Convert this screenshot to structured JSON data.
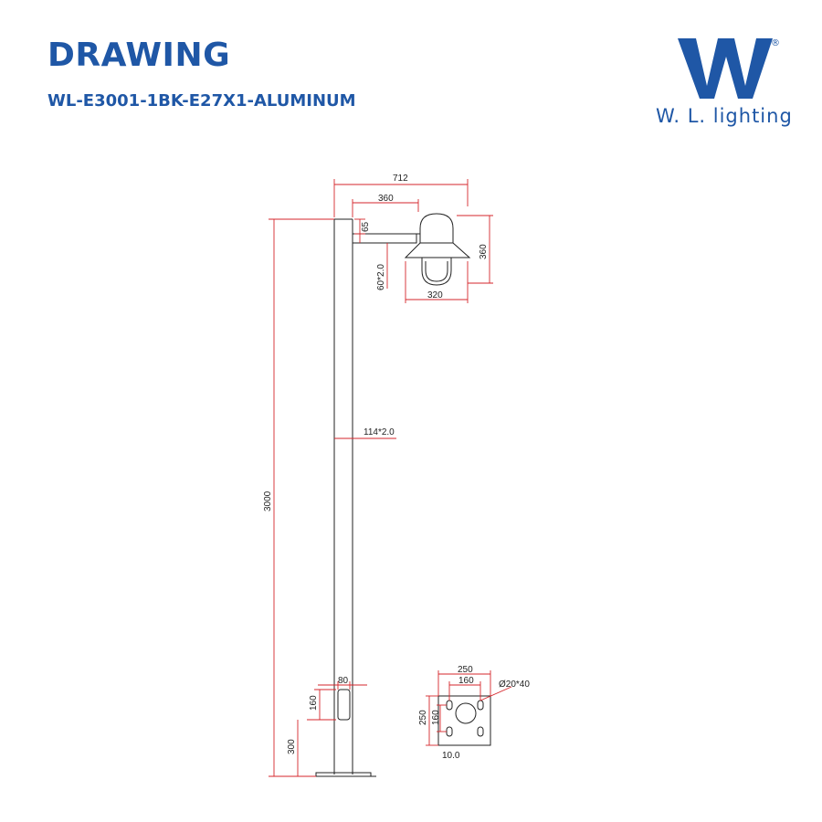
{
  "header": {
    "title": "DRAWING",
    "model": "WL-E3001-1BK-E27X1-ALUMINUM"
  },
  "logo": {
    "wordmark": "W. L. lighting",
    "registered": "®",
    "color": "#1f57a6"
  },
  "dimensions": {
    "overall_width": "712",
    "arm_length": "360",
    "arm_height": "65",
    "lamp_height": "360",
    "lamp_width": "320",
    "arm_tube": "60*2.0",
    "pole_tube": "114*2.0",
    "pole_height": "3000",
    "door_width": "80",
    "door_height": "160",
    "door_offset": "300",
    "base_width": "250",
    "bolt_spacing_w": "160",
    "base_height": "250",
    "bolt_spacing_h": "160",
    "bolt_hole": "Ø20*40",
    "plate_thickness": "10.0"
  },
  "colors": {
    "dimension_line": "#d6262b",
    "object_line": "#222222",
    "brand": "#1f57a6"
  }
}
